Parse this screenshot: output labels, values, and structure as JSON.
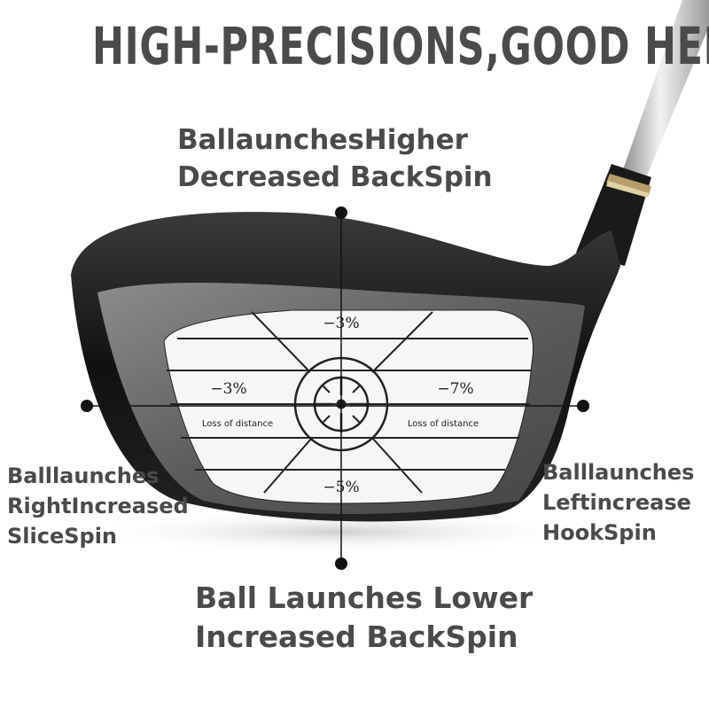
{
  "headline": "HIGH-PRECISIONS,GOOD HELP",
  "captions": {
    "top": [
      "BallaunchesHigher",
      "Decreased BackSpin"
    ],
    "bottom": [
      "Ball Launches Lower",
      "Increased BackSpin"
    ],
    "left": [
      "Balllaunches",
      "RightIncreased",
      "SliceSpin"
    ],
    "right": [
      "Balllaunches",
      "Leftincrease",
      "HookSpin"
    ]
  },
  "face_labels": {
    "top_pct": "−3%",
    "bottom_pct": "−5%",
    "left_pct": "−3%",
    "right_pct": "−7%",
    "left_note": "Loss of distance",
    "right_note": "Loss of distance"
  },
  "colors": {
    "text": "#4a4a4a",
    "club_dark": "#1c1c1c",
    "face_metal": "#6e6e6e",
    "shaft": "#c8c8c8"
  }
}
